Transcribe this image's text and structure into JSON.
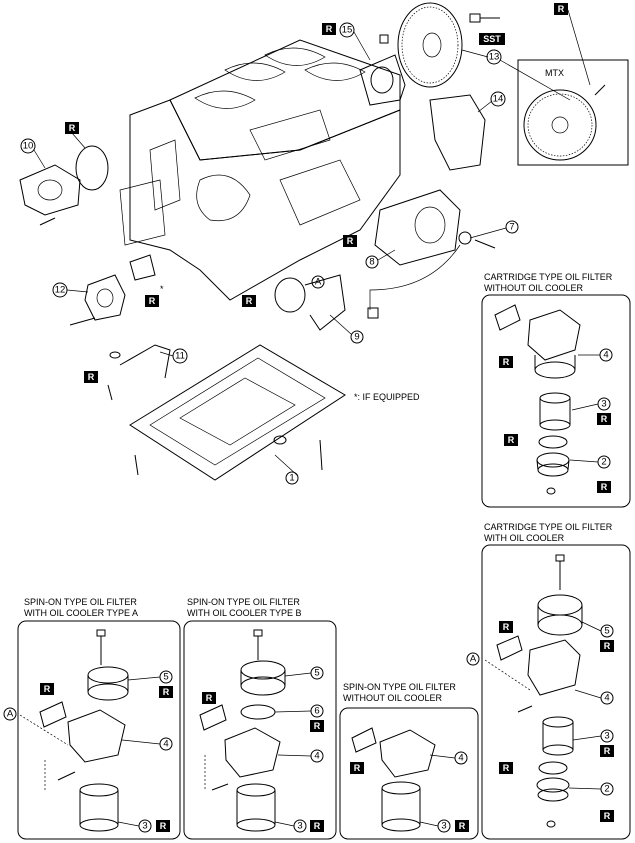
{
  "markers": {
    "r": "R",
    "sst": "SST",
    "point_a": "A",
    "asterisk": "*",
    "equipped_note": "*: IF EQUIPPED",
    "mtx": "MTX"
  },
  "callouts": {
    "n1": "1",
    "n2": "2",
    "n3": "3",
    "n4": "4",
    "n5": "5",
    "n6": "6",
    "n7": "7",
    "n8": "8",
    "n9": "9",
    "n10": "10",
    "n11": "11",
    "n12": "12",
    "n13": "13",
    "n14": "14",
    "n15": "15"
  },
  "panels": {
    "cartridge_no_cooler": {
      "line1": "CARTRIDGE TYPE OIL FILTER",
      "line2": "WITHOUT OIL COOLER"
    },
    "cartridge_cooler": {
      "line1": "CARTRIDGE TYPE OIL FILTER",
      "line2": "WITH OIL COOLER"
    },
    "spin_cooler_a": {
      "line1": "SPIN-ON TYPE OIL FILTER",
      "line2": "WITH OIL COOLER TYPE A"
    },
    "spin_cooler_b": {
      "line1": "SPIN-ON TYPE OIL FILTER",
      "line2": "WITH OIL COOLER TYPE B"
    },
    "spin_no_cooler": {
      "line1": "SPIN-ON TYPE OIL FILTER",
      "line2": "WITHOUT OIL COOLER"
    }
  },
  "colors": {
    "line": "#000000",
    "tag_fill": "#000000",
    "tag_text": "#ffffff",
    "background": "#ffffff"
  }
}
